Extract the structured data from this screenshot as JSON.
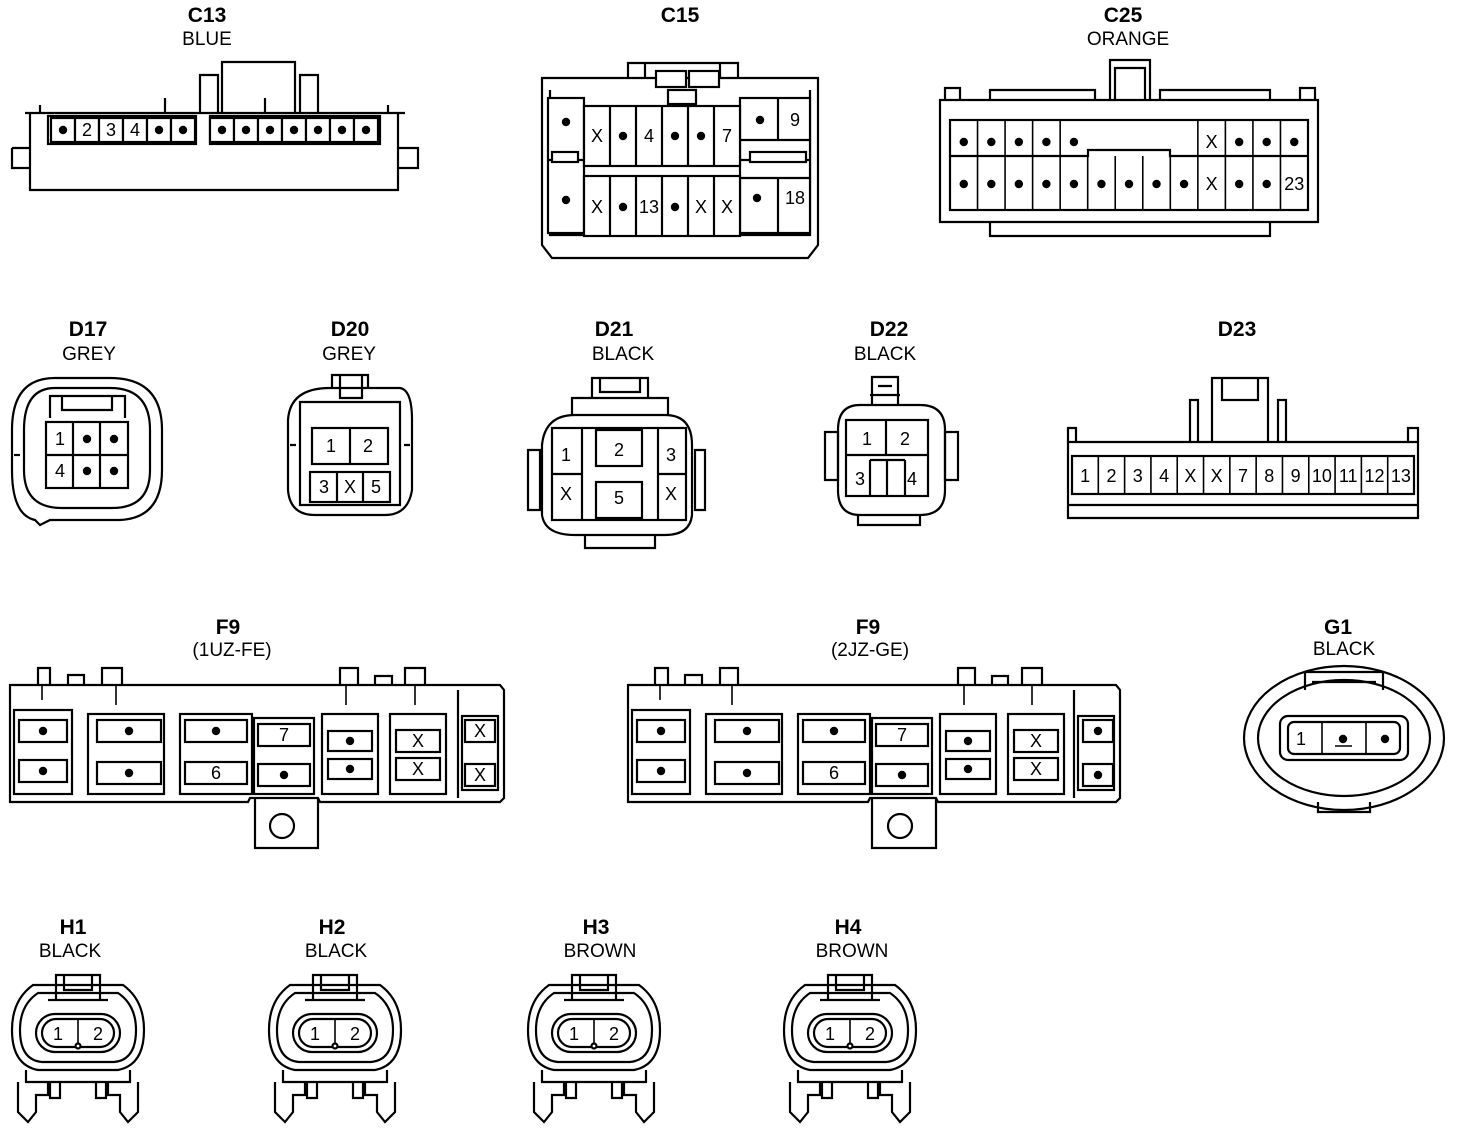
{
  "connectors": {
    "c13": {
      "id": "C13",
      "color": "BLUE",
      "pins": [
        "•",
        "2",
        "3",
        "4",
        "•",
        "•",
        "•",
        "•",
        "•",
        "•",
        "•",
        "•",
        "•"
      ]
    },
    "c15": {
      "id": "C15",
      "top": [
        "X",
        "•",
        "4",
        "•",
        "•",
        "7"
      ],
      "bottom": [
        "X",
        "•",
        "13",
        "•",
        "X",
        "X"
      ],
      "left_top": "•",
      "left_bottom": "•",
      "right_top_a": "•",
      "right_top_b": "9",
      "right_bottom_a": "•",
      "right_bottom_b": "18"
    },
    "c25": {
      "id": "C25",
      "color": "ORANGE",
      "top": [
        "•",
        "•",
        "•",
        "•",
        "•",
        "",
        "",
        "",
        "",
        "X",
        "•",
        "•",
        "•"
      ],
      "bottom": [
        "•",
        "•",
        "•",
        "•",
        "•",
        "•",
        "•",
        "•",
        "•",
        "X",
        "•",
        "•",
        "23"
      ]
    },
    "d17": {
      "id": "D17",
      "color": "GREY",
      "pins": [
        "1",
        "•",
        "•",
        "4",
        "•",
        "•"
      ]
    },
    "d20": {
      "id": "D20",
      "color": "GREY",
      "pins": [
        "1",
        "2",
        "3",
        "X",
        "5"
      ]
    },
    "d21": {
      "id": "D21",
      "color": "BLACK",
      "pins": [
        "1",
        "2",
        "3",
        "X",
        "5",
        "X"
      ]
    },
    "d22": {
      "id": "D22",
      "color": "BLACK",
      "pins": [
        "1",
        "2",
        "3",
        "4"
      ]
    },
    "d23": {
      "id": "D23",
      "pins": [
        "1",
        "2",
        "3",
        "4",
        "X",
        "X",
        "7",
        "8",
        "9",
        "10",
        "11",
        "12",
        "13"
      ]
    },
    "f9a": {
      "id": "F9",
      "variant": "(1UZ-FE)",
      "pins": [
        "•",
        "•",
        "•",
        "•",
        "•",
        "6",
        "7",
        "•",
        "•",
        "•",
        "X",
        "X",
        "X",
        "X"
      ]
    },
    "f9b": {
      "id": "F9",
      "variant": "(2JZ-GE)",
      "pins": [
        "•",
        "•",
        "•",
        "•",
        "•",
        "6",
        "7",
        "•",
        "•",
        "•",
        "X",
        "X",
        "•",
        "•"
      ]
    },
    "g1": {
      "id": "G1",
      "color": "BLACK",
      "pins": [
        "1",
        "•",
        "•"
      ]
    },
    "h1": {
      "id": "H1",
      "color": "BLACK",
      "pins": [
        "1",
        "2"
      ]
    },
    "h2": {
      "id": "H2",
      "color": "BLACK",
      "pins": [
        "1",
        "2"
      ]
    },
    "h3": {
      "id": "H3",
      "color": "BROWN",
      "pins": [
        "1",
        "2"
      ]
    },
    "h4": {
      "id": "H4",
      "color": "BROWN",
      "pins": [
        "1",
        "2"
      ]
    }
  }
}
